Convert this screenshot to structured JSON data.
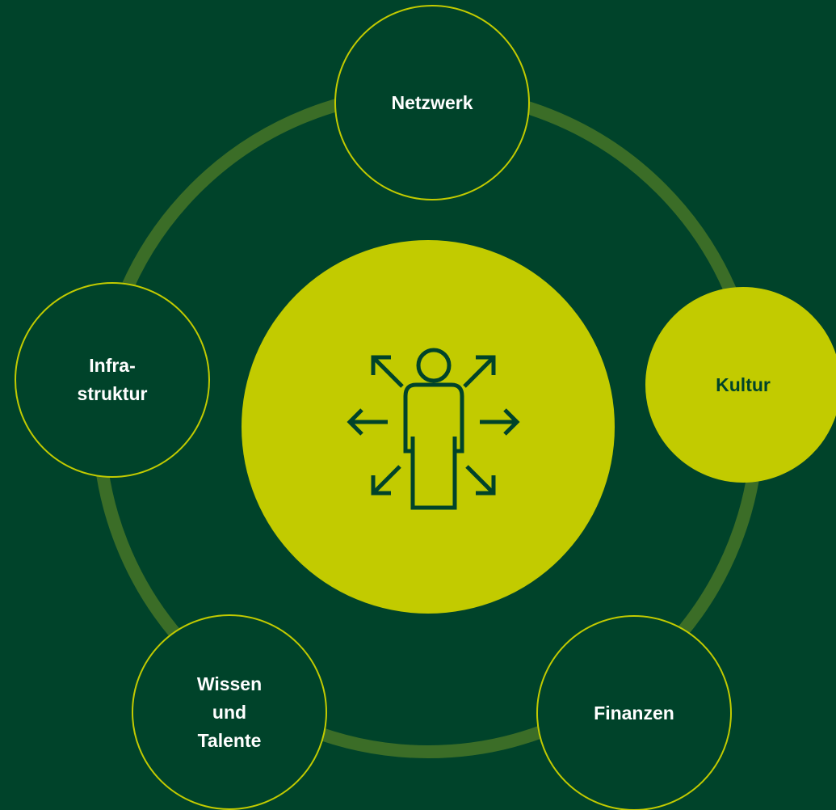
{
  "colors": {
    "background": "#00432a",
    "ring": "#3b6d27",
    "accent": "#c2cb00",
    "node_fill": "#00432a",
    "text_light": "#ffffff",
    "text_dark": "#00432a"
  },
  "center": {
    "icon": "person-expanding-arrows-icon"
  },
  "nodes": {
    "netzwerk": "Netzwerk",
    "kultur": "Kultur",
    "finanzen": "Finanzen",
    "wissen_talente": "Wissen\nund\nTalente",
    "infrastruktur": "Infra-\nstruktur"
  },
  "highlighted_node": "Kultur"
}
